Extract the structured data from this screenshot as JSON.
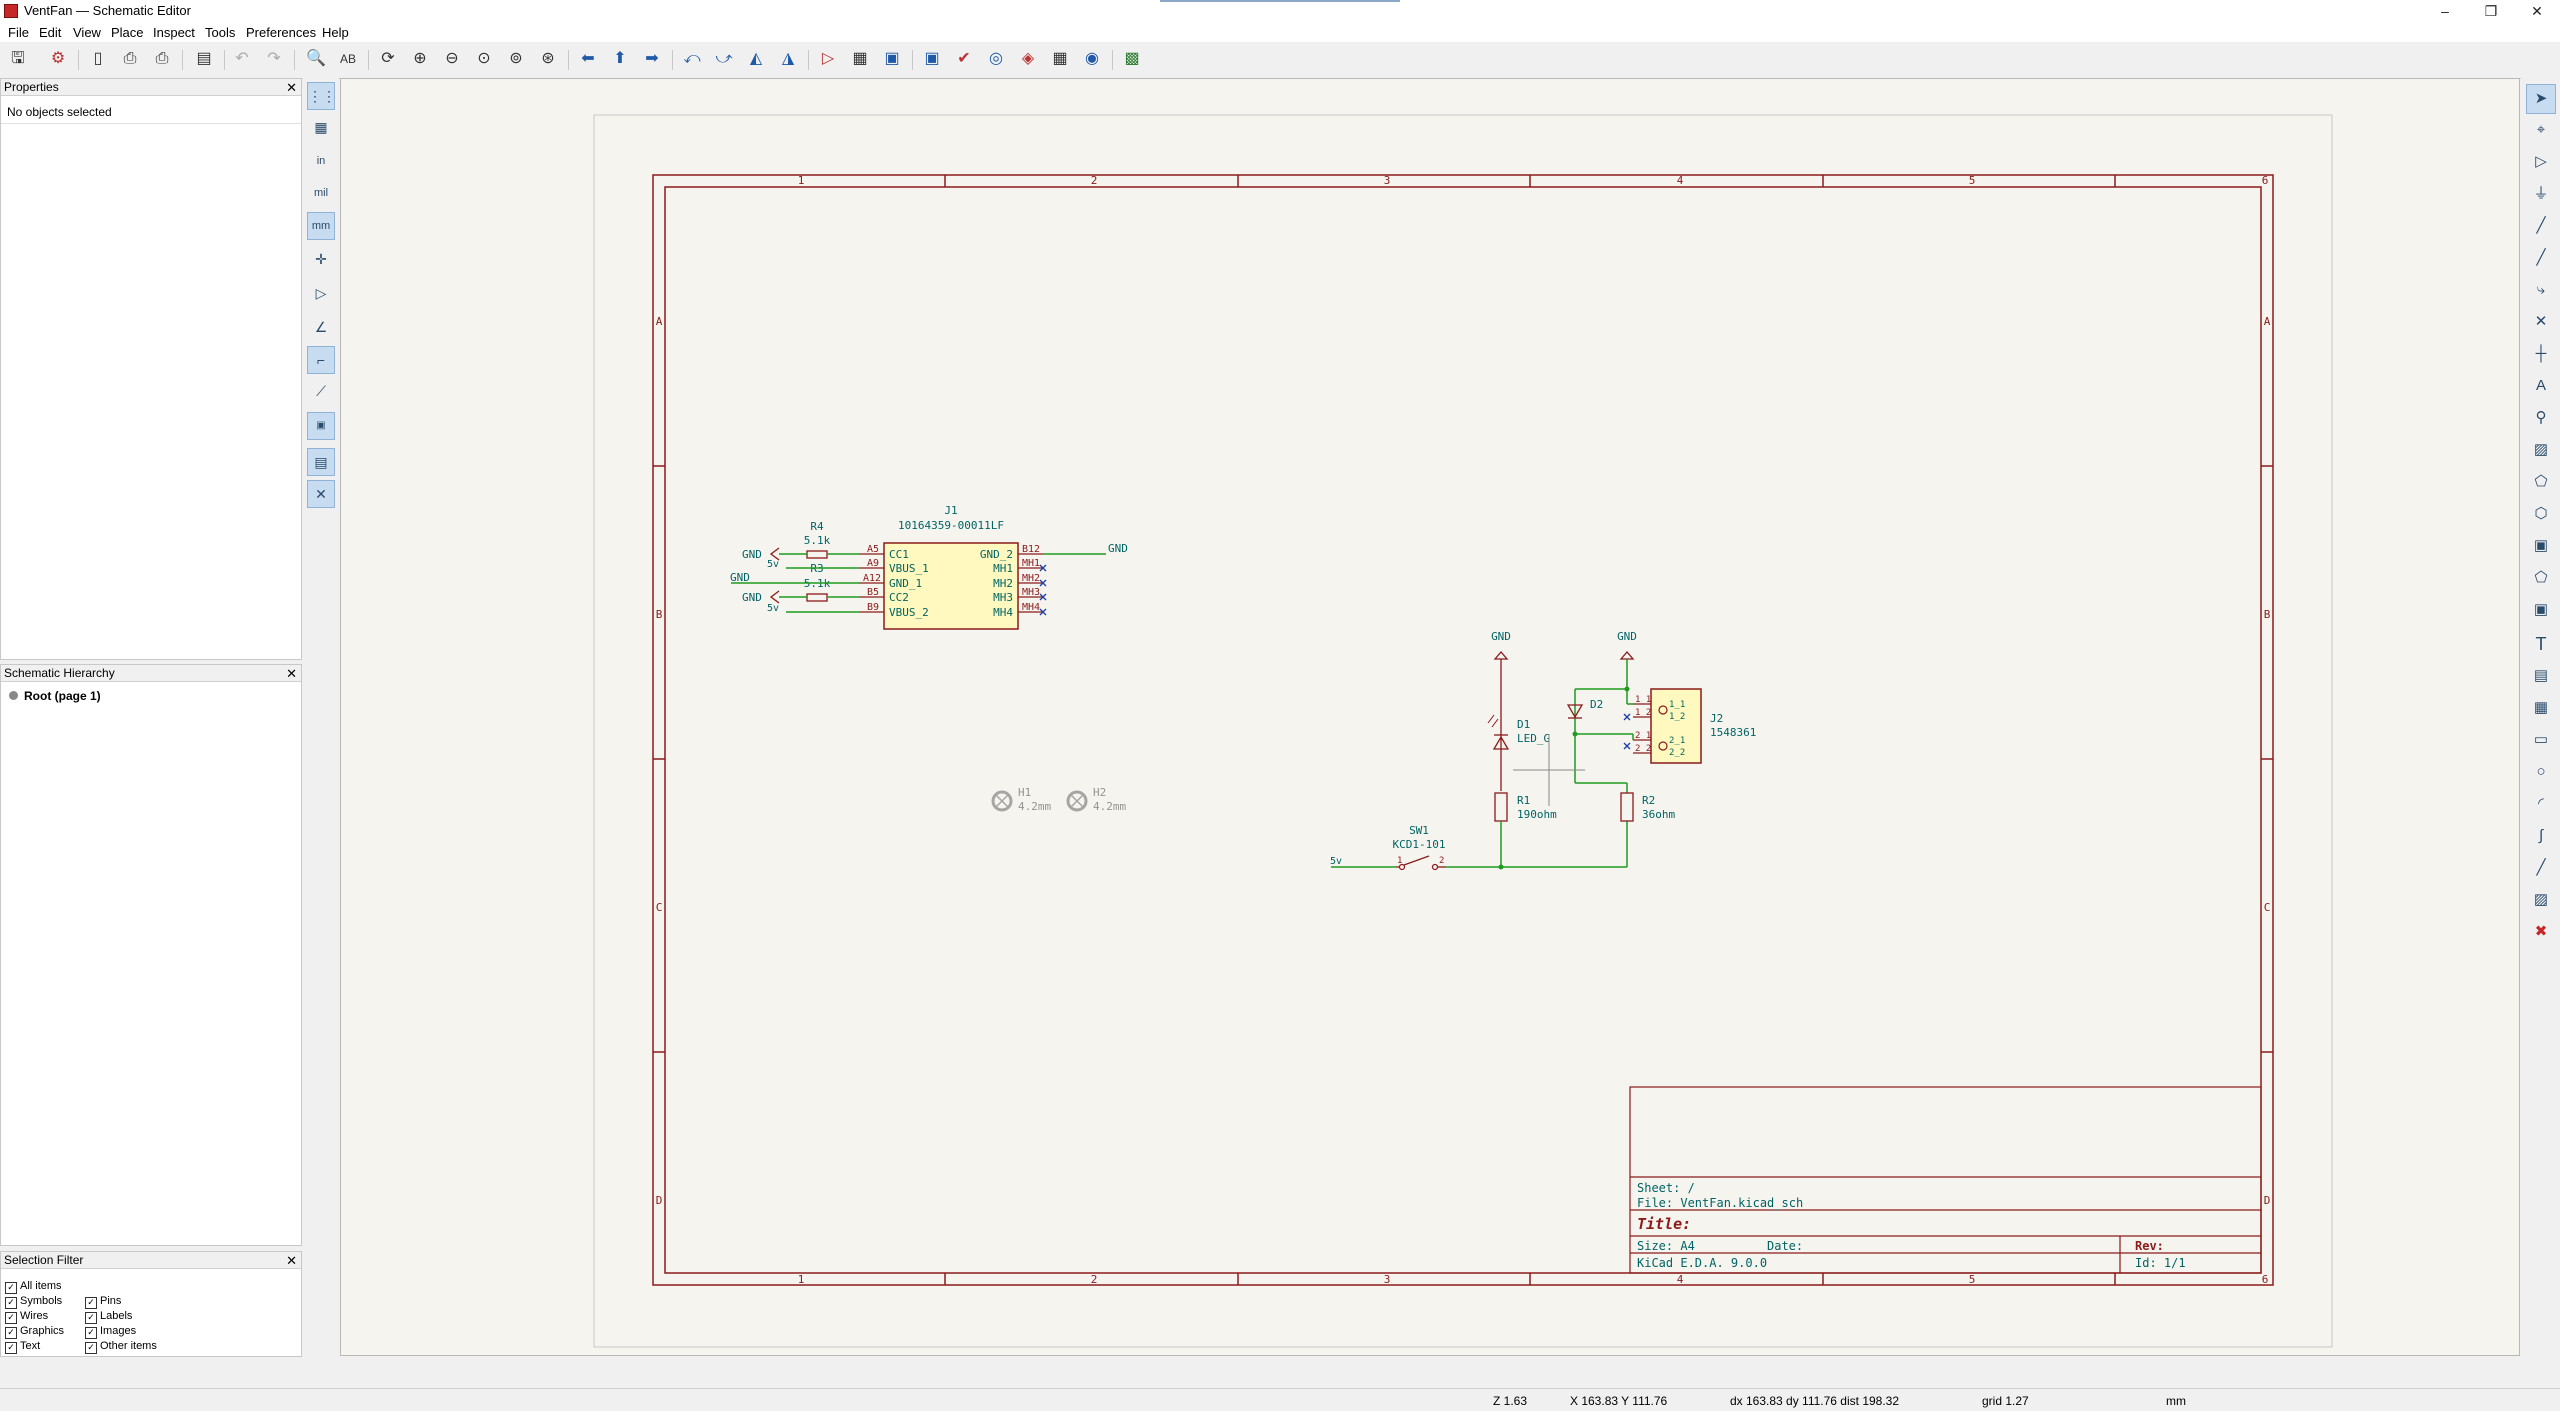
{
  "window": {
    "title": "VentFan — Schematic Editor",
    "minimize": "–",
    "maximize": "❐",
    "close": "✕"
  },
  "menu": [
    "File",
    "Edit",
    "View",
    "Place",
    "Inspect",
    "Tools",
    "Preferences",
    "Help"
  ],
  "panels": {
    "properties": {
      "title": "Properties",
      "content": "No objects selected"
    },
    "hierarchy": {
      "title": "Schematic Hierarchy",
      "root": "Root (page 1)"
    },
    "selection_filter": {
      "title": "Selection Filter",
      "items": [
        {
          "label": "All items",
          "checked": true
        },
        {
          "label": "Symbols",
          "checked": true
        },
        {
          "label": "Pins",
          "checked": true
        },
        {
          "label": "Wires",
          "checked": true
        },
        {
          "label": "Labels",
          "checked": true
        },
        {
          "label": "Graphics",
          "checked": true
        },
        {
          "label": "Images",
          "checked": true
        },
        {
          "label": "Text",
          "checked": true
        },
        {
          "label": "Other items",
          "checked": true
        }
      ]
    }
  },
  "units": {
    "in": "in",
    "mil": "mil",
    "mm": "mm"
  },
  "sheet": {
    "columns": [
      "1",
      "2",
      "3",
      "4",
      "5",
      "6"
    ],
    "rows": [
      "A",
      "B",
      "C",
      "D"
    ],
    "title_block": {
      "sheet": "Sheet: /",
      "file": "File: VentFan.kicad_sch",
      "title": "Title:",
      "size": "Size: A4",
      "date": "Date:",
      "rev": "Rev:",
      "tool": "KiCad E.D.A. 9.0.0",
      "id": "Id: 1/1"
    }
  },
  "schematic": {
    "j1": {
      "ref": "J1",
      "value": "10164359-00011LF",
      "left_pins": [
        "CC1",
        "VBUS_1",
        "GND_1",
        "CC2",
        "VBUS_2"
      ],
      "left_nums": [
        "A5",
        "A9",
        "A12",
        "B5",
        "B9"
      ],
      "right_pins": [
        "GND_2",
        "MH1",
        "MH2",
        "MH3",
        "MH4"
      ],
      "right_nums": [
        "B12",
        "MH1",
        "MH2",
        "MH3",
        "MH4"
      ]
    },
    "r4": {
      "ref": "R4",
      "value": "5.1k"
    },
    "r3": {
      "ref": "R3",
      "value": "5.1k"
    },
    "net_gnd": "GND",
    "net_5v": "5v",
    "h1": {
      "ref": "H1",
      "value": "4.2mm"
    },
    "h2": {
      "ref": "H2",
      "value": "4.2mm"
    },
    "d1": {
      "ref": "D1",
      "value": "LED_G"
    },
    "d2": {
      "ref": "D2"
    },
    "r1": {
      "ref": "R1",
      "value": "190ohm"
    },
    "r2": {
      "ref": "R2",
      "value": "36ohm"
    },
    "sw1": {
      "ref": "SW1",
      "value": "KCD1-101",
      "pin1": "1",
      "pin2": "2"
    },
    "j2": {
      "ref": "J2",
      "value": "1548361",
      "pins": [
        "1_1",
        "1_2",
        "2_1",
        "2_2"
      ]
    }
  },
  "status": {
    "zoom": "Z 1.63",
    "xy": "X 163.83  Y 111.76",
    "delta": "dx 163.83  dy 111.76  dist 198.32",
    "grid": "grid 1.27",
    "units": "mm"
  },
  "colors": {
    "sheet_border": "#8b1a1a",
    "symbol_body": "#fff9bf",
    "symbol_outline": "#8b1a1a",
    "wire": "#1f9b1f",
    "text": "#006464",
    "canvas": "#f5f4ef"
  }
}
